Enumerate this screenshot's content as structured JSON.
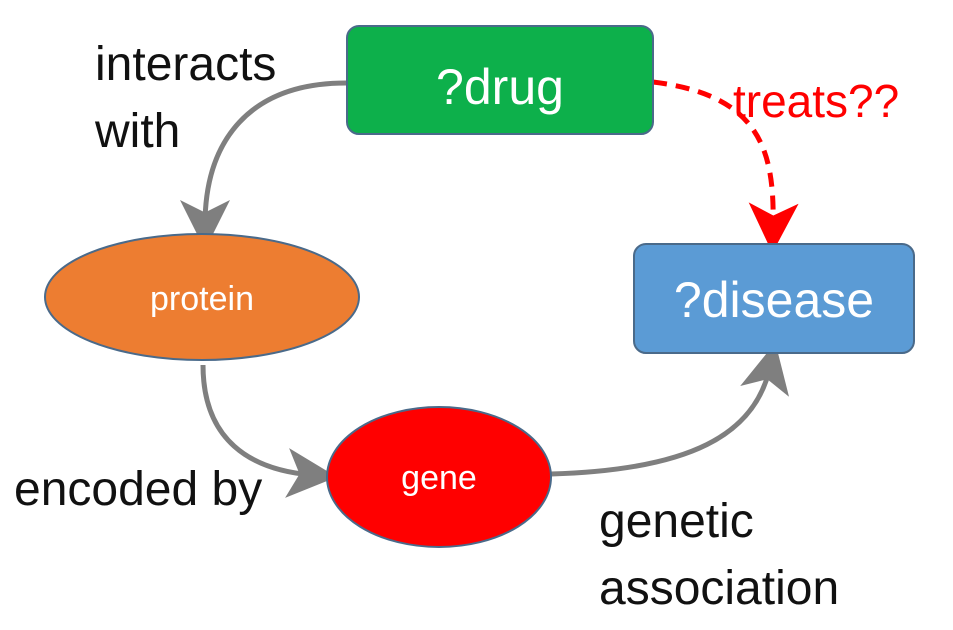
{
  "nodes": {
    "drug": {
      "label": "?drug",
      "color": "#0db04b"
    },
    "disease": {
      "label": "?disease",
      "color": "#5b9bd5"
    },
    "protein": {
      "label": "protein",
      "color": "#ed7d31"
    },
    "gene": {
      "label": "gene",
      "color": "#ff0000"
    }
  },
  "edges": {
    "interacts_with": {
      "line1": "interacts",
      "line2": "with"
    },
    "encoded_by": {
      "label": "encoded by"
    },
    "genetic_association": {
      "line1": "genetic",
      "line2": "association"
    },
    "treats": {
      "label": "treats??",
      "color": "#ff0000"
    }
  },
  "colors": {
    "edge_stroke": "#7f7f7f",
    "predicted_edge": "#ff0000",
    "node_border": "#4a6a8a"
  }
}
